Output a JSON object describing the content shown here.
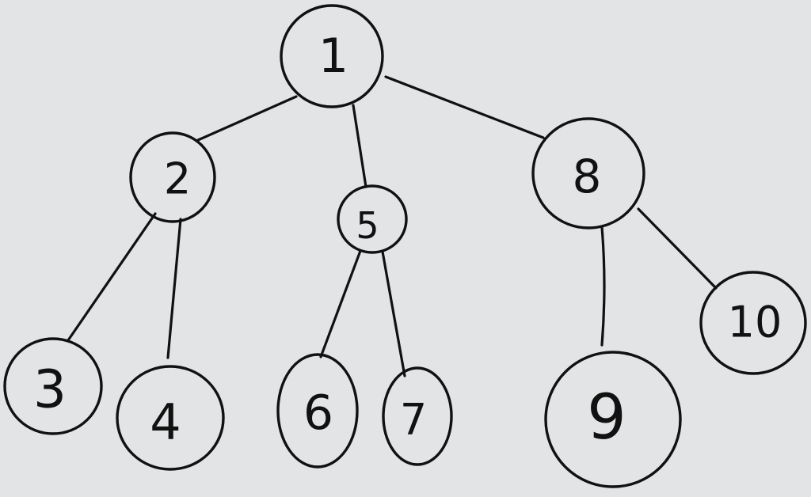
{
  "diagram": {
    "type": "tree",
    "nodes": [
      {
        "id": "n1",
        "label": "1"
      },
      {
        "id": "n2",
        "label": "2"
      },
      {
        "id": "n3",
        "label": "3"
      },
      {
        "id": "n4",
        "label": "4"
      },
      {
        "id": "n5",
        "label": "5"
      },
      {
        "id": "n6",
        "label": "6"
      },
      {
        "id": "n7",
        "label": "7"
      },
      {
        "id": "n8",
        "label": "8"
      },
      {
        "id": "n9",
        "label": "9"
      },
      {
        "id": "n10",
        "label": "10"
      }
    ],
    "edges": [
      {
        "from": "n1",
        "to": "n2"
      },
      {
        "from": "n1",
        "to": "n5"
      },
      {
        "from": "n1",
        "to": "n8"
      },
      {
        "from": "n2",
        "to": "n3"
      },
      {
        "from": "n2",
        "to": "n4"
      },
      {
        "from": "n5",
        "to": "n6"
      },
      {
        "from": "n5",
        "to": "n7"
      },
      {
        "from": "n8",
        "to": "n9"
      },
      {
        "from": "n8",
        "to": "n10"
      }
    ]
  }
}
